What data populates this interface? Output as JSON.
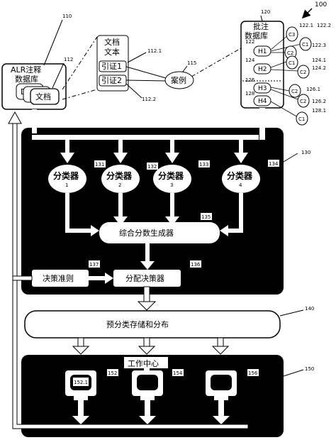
{
  "figure_number": "100",
  "alr_db": {
    "ref": "110",
    "line1": "ALR注释",
    "line2": "数据库",
    "card_ref": "112",
    "card_label": "文档",
    "back_letter": "D"
  },
  "doc_text": {
    "line1": "文档",
    "line2": "文本",
    "cite1": "引证1",
    "cite2": "引证2",
    "ref1": "112.1",
    "ref2": "112.2"
  },
  "case": {
    "label": "案例",
    "ref": "115"
  },
  "annot_db": {
    "ref": "120",
    "line1": "批注",
    "line2": "数据库",
    "h_items": [
      "H1",
      "H2",
      "H3",
      "H4"
    ],
    "h_refs": [
      "122",
      "124",
      "126",
      "128"
    ],
    "c_items": [
      "C3",
      "C1",
      "C2",
      "C1",
      "C2",
      "C2",
      "C2",
      "C1"
    ],
    "c_refs": [
      "122.1",
      "122.2",
      "122.3",
      "124.1",
      "124.2",
      "126.1",
      "126.2",
      "128.1"
    ]
  },
  "system": {
    "ref": "130",
    "box_ref": "134",
    "classifiers": [
      {
        "label": "分类器",
        "num": "1",
        "ref": "131"
      },
      {
        "label": "分类器",
        "num": "2",
        "ref": "132"
      },
      {
        "label": "分类器",
        "num": "3",
        "ref": "133"
      },
      {
        "label": "分类器",
        "num": "4",
        "ref": ""
      }
    ],
    "score_gen": "综合分数生成器",
    "score_ref": "135",
    "decision_rules": "决策准则",
    "rules_ref": "137",
    "alloc": "分配决策器",
    "alloc_ref": "136"
  },
  "storage": {
    "label": "预分类存储和分布",
    "ref": "140"
  },
  "workcenter": {
    "label": "工作中心",
    "ref": "150",
    "monitor_text": "152.1",
    "monitor_refs": [
      "152",
      "154",
      "156"
    ]
  }
}
